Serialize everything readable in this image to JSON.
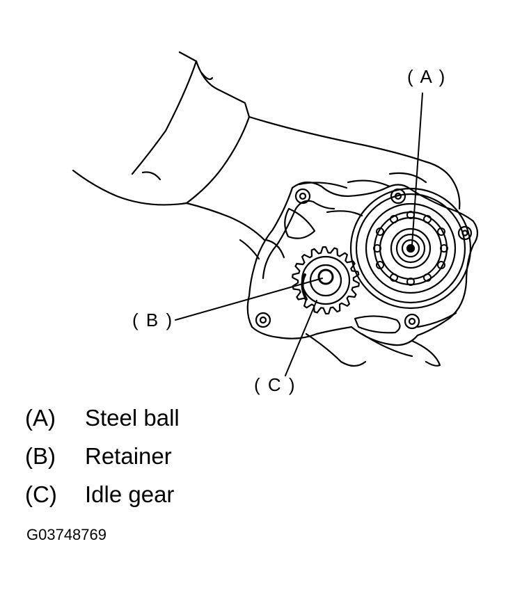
{
  "callouts": {
    "a": "( A )",
    "b": "( B )",
    "c": "( C )"
  },
  "legend": [
    {
      "key": "(A)",
      "label": "Steel ball"
    },
    {
      "key": "(B)",
      "label": "Retainer"
    },
    {
      "key": "(C)",
      "label": "Idle gear"
    }
  ],
  "figure_code": "G03748769"
}
